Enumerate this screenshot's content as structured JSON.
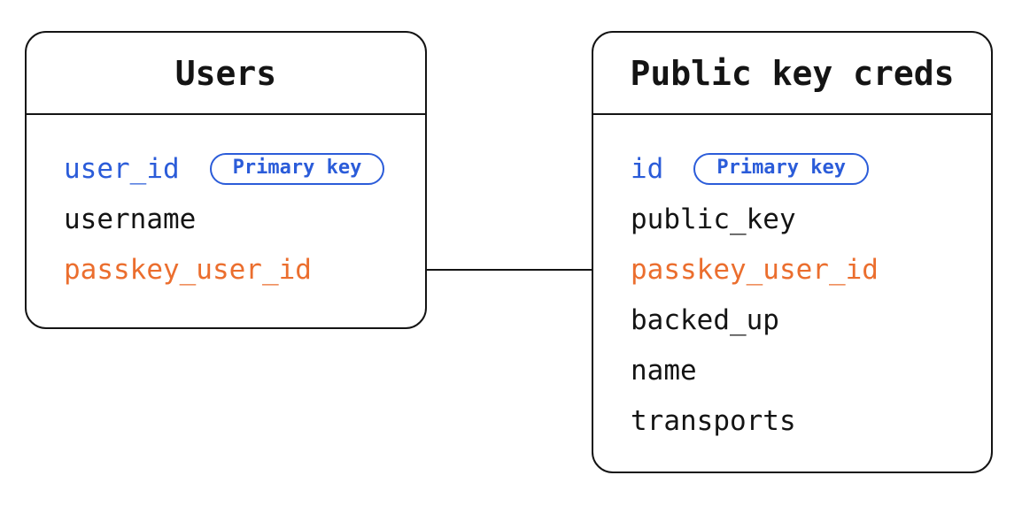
{
  "diagram": {
    "colors": {
      "border": "#141414",
      "text": "#141414",
      "blue": "#2B5CD9",
      "orange": "#EB6E2E",
      "background": "#ffffff"
    },
    "tables": [
      {
        "title": "Users",
        "fields": [
          {
            "label": "user_id",
            "color_role": "blue",
            "badge": "Primary key"
          },
          {
            "label": "username",
            "color_role": "text"
          },
          {
            "label": "passkey_user_id",
            "color_role": "orange"
          }
        ]
      },
      {
        "title": "Public key creds",
        "fields": [
          {
            "label": "id",
            "color_role": "blue",
            "badge": "Primary key"
          },
          {
            "label": "public_key",
            "color_role": "text"
          },
          {
            "label": "passkey_user_id",
            "color_role": "orange"
          },
          {
            "label": "backed_up",
            "color_role": "text"
          },
          {
            "label": "name",
            "color_role": "text"
          },
          {
            "label": "transports",
            "color_role": "text"
          }
        ]
      }
    ],
    "relationship": {
      "from_table": "Users",
      "from_field": "passkey_user_id",
      "to_table": "Public key creds",
      "to_field": "passkey_user_id"
    }
  }
}
